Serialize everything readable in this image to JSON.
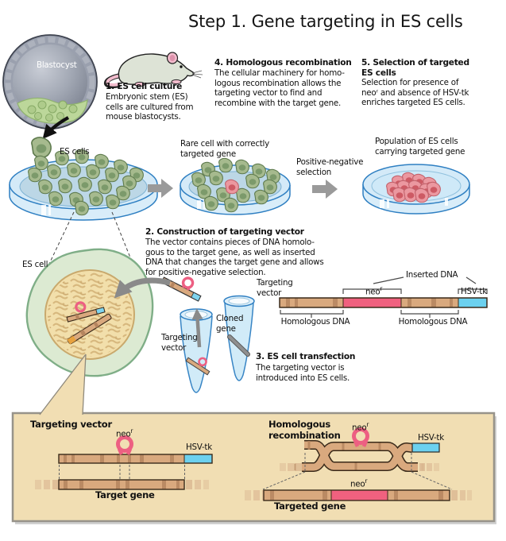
{
  "title": "Step 1. Gene targeting in ES cells",
  "colors": {
    "dna_tan": "#d9a97e",
    "dna_band": "#b5855f",
    "neo_pink": "#f0617f",
    "loop_pink": "#ed5f82",
    "hsvtk_cyan": "#6cd1ef",
    "panel_bg": "#f1deb3",
    "dish_blue": "#d4eaf8",
    "cell_green": "#a6ba8e",
    "targeted_cell_red": "#eb98a0",
    "arrow_gray": "#9a9a9a"
  },
  "steps": [
    {
      "heading": "1. ES cell culture",
      "body": "Embryonic stem (ES)\ncells are cultured from\nmouse blastocysts."
    },
    {
      "heading": "2. Construction of targeting vector",
      "body": "The vector contains pieces of DNA homolo-\ngous to the target gene, as well as inserted\nDNA that changes the target gene and allows\nfor positive-negative selection."
    },
    {
      "heading": "3. ES cell transfection",
      "body": "The targeting vector is\nintroduced into ES cells."
    },
    {
      "heading": "4. Homologous recombination",
      "body": "The cellular machinery for homo-\nlogous recombination allows the\ntargeting vector to find and\nrecombine with the target gene."
    },
    {
      "heading": "5. Selection of targeted\nES cells",
      "body": "Selection for presence of\nneoʳ and absence of HSV-tk\nenriches targeted ES cells."
    }
  ],
  "labels": {
    "blastocyst": "Blastocyst",
    "es_cells": "ES cells",
    "es_cell": "ES cell",
    "rare_cell": "Rare cell with correctly\ntargeted gene",
    "pos_neg": "Positive-negative\nselection",
    "population": "Population of ES cells\ncarrying targeted gene",
    "targeting_vector_2line": "Targeting\nvector",
    "cloned_gene": "Cloned\ngene",
    "inserted_dna": "Inserted DNA",
    "neo": "neo",
    "neo_sup": "r",
    "hsv_tk": "HSV-tk",
    "homologous_dna": "Homologous DNA"
  },
  "panel": {
    "targeting_vector": "Targeting vector",
    "target_gene": "Target gene",
    "homologous_recombination": "Homologous\nrecombination",
    "targeted_gene": "Targeted gene"
  }
}
